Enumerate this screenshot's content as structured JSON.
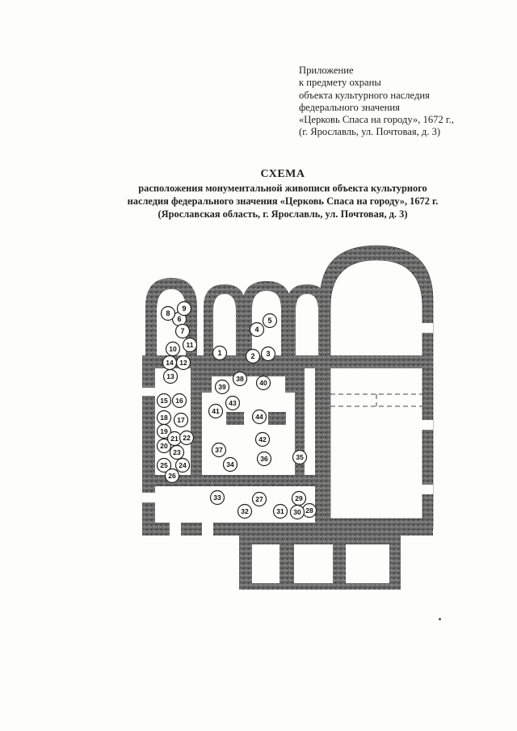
{
  "appendix": {
    "lines": [
      "Приложение",
      "к предмету охраны",
      "объекта культурного наследия",
      "федерального значения",
      "«Церковь Спаса на городу», 1672 г.,",
      "(г. Ярославль, ул. Почтовая, д. 3)"
    ]
  },
  "heading": {
    "title": "СХЕМА",
    "lines": [
      "расположения монументальной живописи объекта культурного",
      "наследия федерального значения «Церковь Спаса на городу», 1672 г.",
      "(Ярославская область, г. Ярославль, ул. Почтовая, д. 3)"
    ]
  },
  "plan": {
    "markers": [
      "1",
      "2",
      "3",
      "4",
      "5",
      "6",
      "7",
      "8",
      "9",
      "10",
      "11",
      "12",
      "13",
      "14",
      "15",
      "16",
      "17",
      "18",
      "19",
      "20",
      "21",
      "22",
      "23",
      "24",
      "25",
      "26",
      "27",
      "28",
      "29",
      "30",
      "31",
      "32",
      "33",
      "34",
      "35",
      "36",
      "37",
      "38",
      "39",
      "40",
      "41",
      "42",
      "43",
      "44"
    ]
  }
}
